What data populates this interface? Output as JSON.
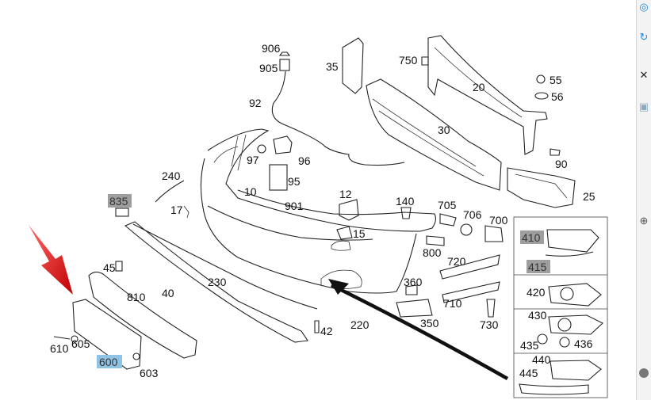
{
  "callouts": {
    "c906": "906",
    "c905": "905",
    "c92": "92",
    "c35": "35",
    "c750": "750",
    "c20": "20",
    "c55": "55",
    "c56": "56",
    "c97": "97",
    "c96": "96",
    "c30": "30",
    "c90": "90",
    "c95": "95",
    "c10": "10",
    "c240": "240",
    "c12": "12",
    "c25": "25",
    "c835": "835",
    "c17": "17",
    "c901": "901",
    "c140": "140",
    "c705": "705",
    "c706": "706",
    "c700": "700",
    "c15": "15",
    "c410": "410",
    "c800": "800",
    "c720": "720",
    "c415": "415",
    "c45": "45",
    "c810": "810",
    "c230": "230",
    "c40": "40",
    "c360": "360",
    "c420": "420",
    "c710": "710",
    "c350": "350",
    "c730": "730",
    "c430": "430",
    "c42": "42",
    "c220": "220",
    "c610": "610",
    "c605": "605",
    "c435": "435",
    "c436": "436",
    "c600": "600",
    "c603": "603",
    "c440": "440",
    "c445": "445"
  },
  "colors": {
    "highlight_gray": "#9e9e9e",
    "highlight_blue": "#8fc3e3",
    "arrow_red": "#e01010",
    "toolbar_accent": "#1e88e5"
  },
  "toolbar": {
    "icons": [
      "target-icon",
      "refresh-icon",
      "close-icon",
      "image-icon",
      "zoom-icon"
    ]
  }
}
